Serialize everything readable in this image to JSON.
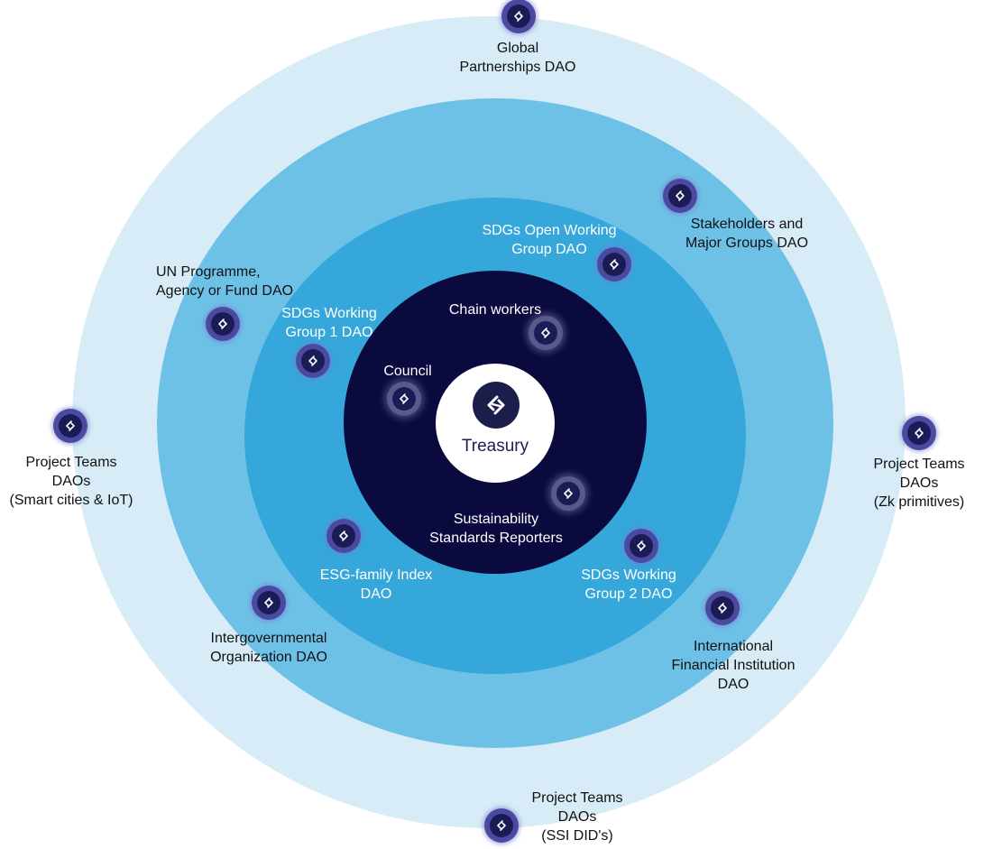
{
  "center": {
    "label": "Treasury",
    "icon": "chain-logo-icon"
  },
  "core_ring": [
    {
      "id": "council",
      "label": "Council"
    },
    {
      "id": "chain-workers",
      "label": "Chain workers"
    },
    {
      "id": "sustainability-reporters",
      "label": "Sustainability\nStandards Reporters"
    }
  ],
  "third_ring": [
    {
      "id": "sdgs-working-group-1",
      "label": "SDGs Working\nGroup 1 DAO"
    },
    {
      "id": "sdgs-open-working-group",
      "label": "SDGs Open Working\nGroup DAO"
    },
    {
      "id": "esg-family-index",
      "label": "ESG-family Index\nDAO"
    },
    {
      "id": "sdgs-working-group-2",
      "label": "SDGs Working\nGroup 2 DAO"
    }
  ],
  "second_ring": [
    {
      "id": "un-programme",
      "label": "UN Programme,\nAgency or Fund DAO"
    },
    {
      "id": "stakeholders",
      "label": "Stakeholders and\nMajor Groups DAO"
    },
    {
      "id": "intergovernmental",
      "label": "Intergovernmental\nOrganization DAO"
    },
    {
      "id": "international-financial",
      "label": "International\nFinancial Institution\nDAO"
    }
  ],
  "outer_ring": [
    {
      "id": "global-partnerships",
      "label": "Global\nPartnerships DAO"
    },
    {
      "id": "project-teams-smart-cities",
      "label": "Project Teams\nDAOs\n(Smart cities & IoT)"
    },
    {
      "id": "project-teams-zk",
      "label": "Project Teams\nDAOs\n(Zk primitives)"
    },
    {
      "id": "project-teams-ssi",
      "label": "Project Teams\nDAOs\n(SSI DID's)"
    }
  ],
  "colors": {
    "outer_ring": "#d7ecf6",
    "second_ring": "#6ec1e6",
    "third_ring": "#36a7da",
    "core": "#0b0a3e",
    "node": "#4a4aa0"
  }
}
